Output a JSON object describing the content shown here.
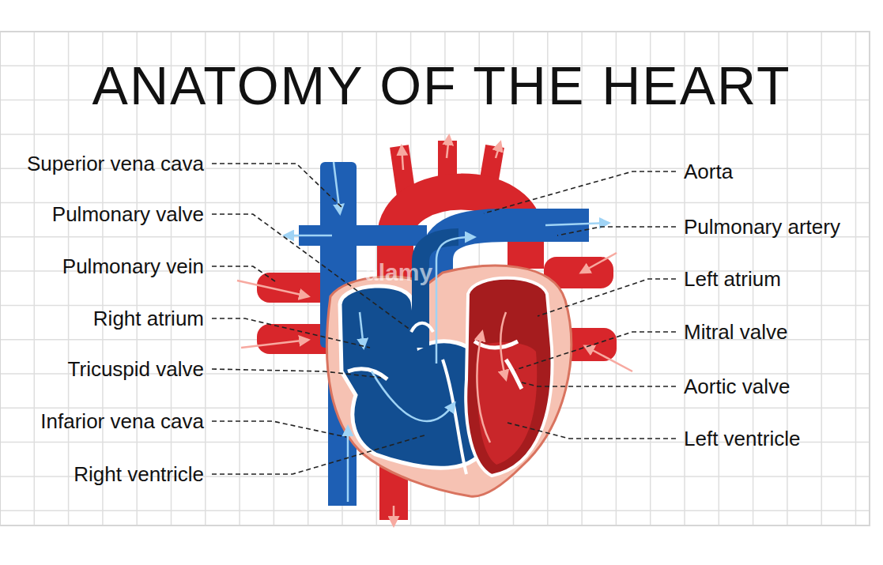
{
  "diagram": {
    "title": "ANATOMY OF THE HEART",
    "labels": [
      "Superior vena cava",
      "Pulmonary valve",
      "Pulmonary vein",
      "Right atrium",
      "Tricuspid valve",
      "Infarior vena cava",
      "Right ventricle",
      "Aorta",
      "Pulmonary artery",
      "Left atrium",
      "Mitral valve",
      "Aortic valve",
      "Left ventricle",
      "alamy"
    ]
  }
}
